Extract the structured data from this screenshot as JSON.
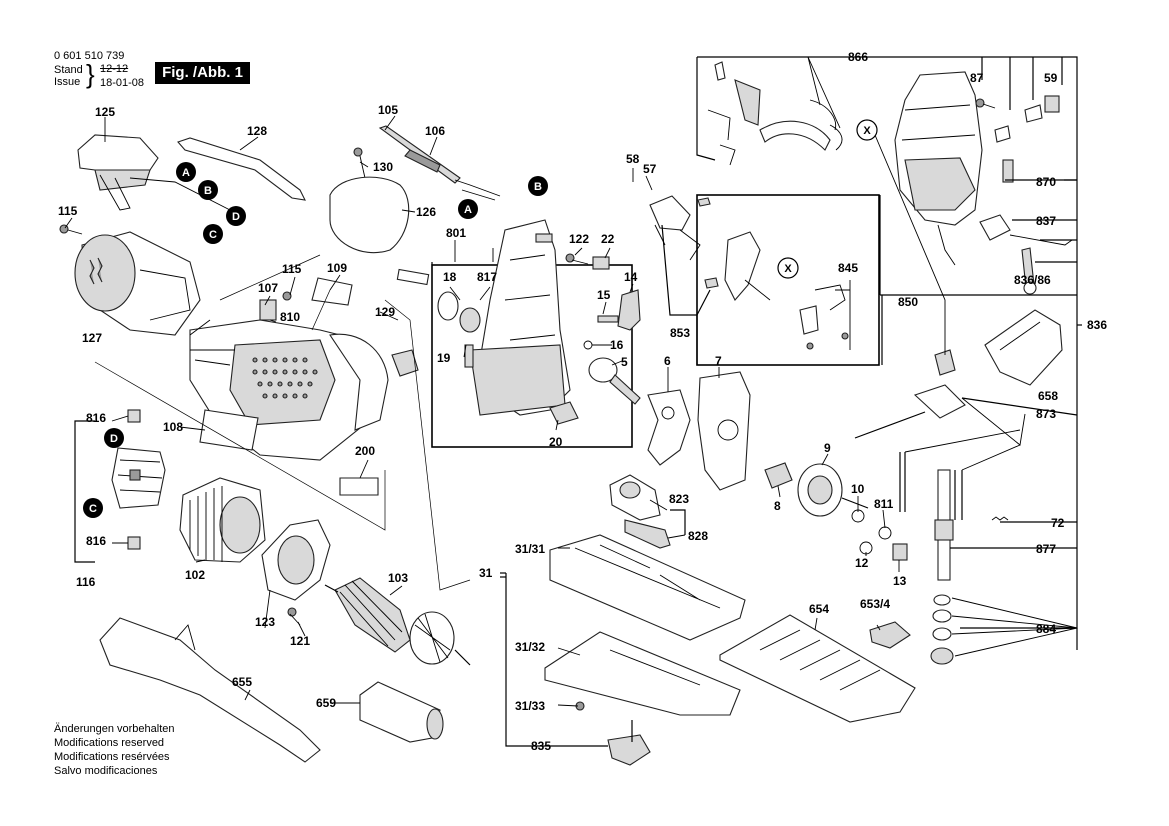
{
  "header": {
    "part_number": "0 601 510 739",
    "stand_label": "Stand",
    "stand_value": "12-12",
    "issue_label": "Issue",
    "issue_value": "18-01-08",
    "figure_title": "Fig. /Abb. 1"
  },
  "notes": [
    "Änderungen vorbehalten",
    "Modifications reserved",
    "Modifications resérvées",
    "Salvo modificaciones"
  ],
  "callouts": {
    "A": "A",
    "B": "B",
    "C": "C",
    "D": "D",
    "X": "X"
  },
  "labels": {
    "p125": "125",
    "p128": "128",
    "p115a": "115",
    "p127": "127",
    "p105": "105",
    "p106": "106",
    "p130": "130",
    "p126": "126",
    "p109": "109",
    "p115b": "115",
    "p107": "107",
    "p810": "810",
    "p129": "129",
    "p108": "108",
    "p200": "200",
    "p816a": "816",
    "p816b": "816",
    "p116": "116",
    "p102": "102",
    "p103": "103",
    "p123": "123",
    "p121": "121",
    "p655": "655",
    "p659": "659",
    "p801": "801",
    "p18": "18",
    "p817": "817",
    "p122": "122",
    "p22": "22",
    "p14": "14",
    "p15": "15",
    "p16": "16",
    "p19": "19",
    "p5": "5",
    "p20": "20",
    "p58": "58",
    "p57": "57",
    "p853": "853",
    "p845": "845",
    "p850": "850",
    "p6": "6",
    "p7": "7",
    "p9": "9",
    "p8": "8",
    "p10": "10",
    "p811": "811",
    "p12": "12",
    "p13": "13",
    "p823": "823",
    "p828": "828",
    "p31": "31",
    "p31_31": "31/31",
    "p31_32": "31/32",
    "p31_33": "31/33",
    "p835": "835",
    "p654": "654",
    "p653_4": "653/4",
    "p866": "866",
    "p87": "87",
    "p59": "59",
    "p870": "870",
    "p837": "837",
    "p836_86": "836/86",
    "p836": "836",
    "p658": "658",
    "p873": "873",
    "p72": "72",
    "p877": "877",
    "p884": "884"
  }
}
